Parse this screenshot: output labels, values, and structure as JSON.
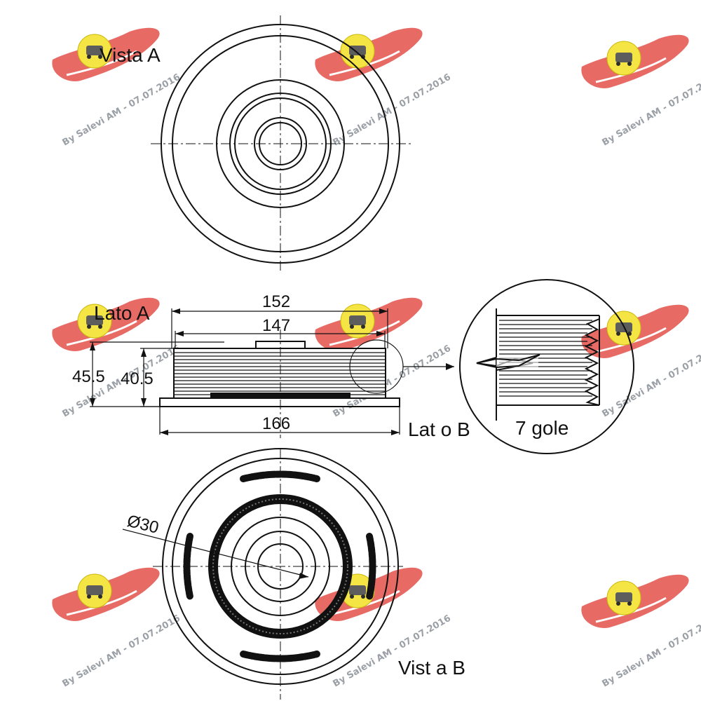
{
  "views": {
    "vista_a": "Vista A",
    "lato_a": "Lato A",
    "lato_b": "Lat o B",
    "vista_b": "Vist a B",
    "detail": "7 gole"
  },
  "dimensions": {
    "d152": "152",
    "d147": "147",
    "d45_5": "45.5",
    "d40_5": "40.5",
    "d166": "166",
    "dia30": "Ø30"
  },
  "watermark": {
    "text": "By Salevi AM - 07.07.2016"
  },
  "colors": {
    "line": "#111111",
    "wing": "#e0473f",
    "badge": "#f4e43a",
    "watermark_text": "#9aa0a6"
  }
}
